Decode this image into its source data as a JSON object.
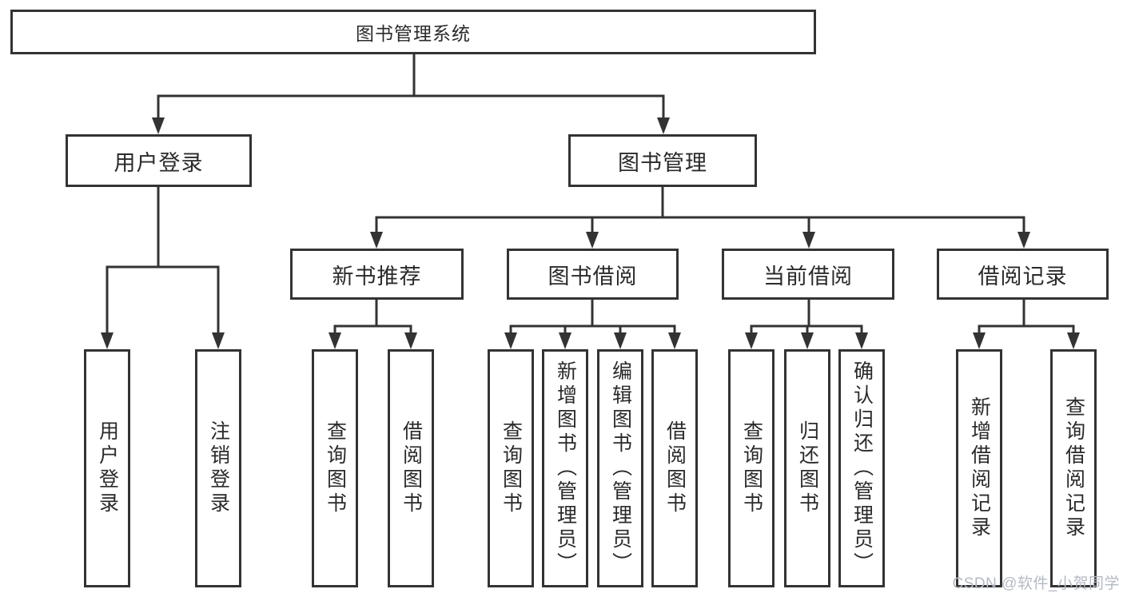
{
  "diagram": {
    "root": {
      "label": "图书管理系统"
    },
    "level2": [
      {
        "label": "用户登录"
      },
      {
        "label": "图书管理"
      }
    ],
    "level3": [
      {
        "label": "新书推荐"
      },
      {
        "label": "图书借阅"
      },
      {
        "label": "当前借阅"
      },
      {
        "label": "借阅记录"
      }
    ],
    "leaves": {
      "user_login": [
        {
          "label": "用户登录"
        },
        {
          "label": "注销登录"
        }
      ],
      "new_book_recommend": [
        {
          "label": "查询图书"
        },
        {
          "label": "借阅图书"
        }
      ],
      "book_borrow": [
        {
          "label": "查询图书"
        },
        {
          "label": "新增图书（管理员）"
        },
        {
          "label": "编辑图书（管理员）"
        },
        {
          "label": "借阅图书"
        }
      ],
      "current_borrow": [
        {
          "label": "查询图书"
        },
        {
          "label": "归还图书"
        },
        {
          "label": "确认归还（管理员）"
        }
      ],
      "borrow_record": [
        {
          "label": "新增借阅记录"
        },
        {
          "label": "查询借阅记录"
        }
      ]
    }
  },
  "watermark": {
    "text": "CSDN @软件_小贺同学"
  },
  "colors": {
    "line": "#333333",
    "box_border": "#333333",
    "text": "#2a2a2a",
    "background": "#ffffff",
    "watermark": "#b4bac4"
  }
}
